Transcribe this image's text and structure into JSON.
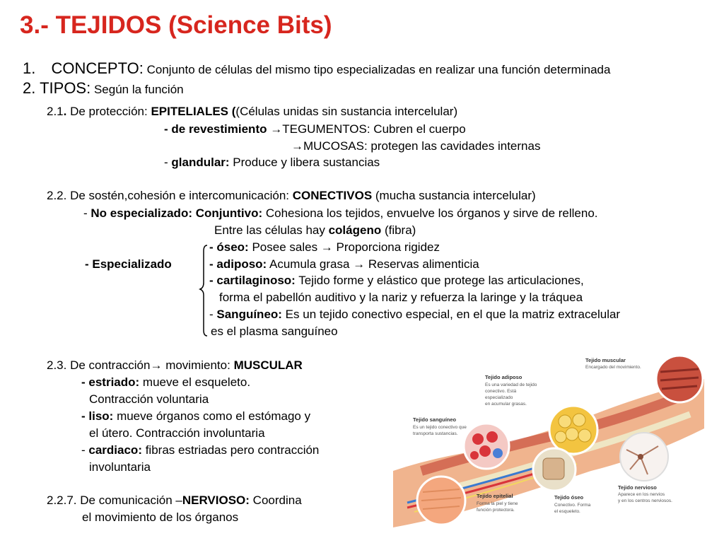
{
  "title": {
    "main": "3.- TEJIDOS",
    "sub": "(Science Bits)"
  },
  "s1": {
    "num": "1.",
    "label": "CONCEPTO",
    "colon": ":",
    "text": " Conjunto de células del mismo tipo especializadas en realizar una función determinada"
  },
  "s2": {
    "num": "2",
    "dot": ".",
    "label": " TIPOS",
    "colon": ":",
    "text": " Según la función"
  },
  "p21": {
    "a": "2.1",
    "b": ".",
    "c": " De protección:  ",
    "d": "EPITELIALES (",
    "e": "(Células unidas sin sustancia intercelular)",
    "rev_label": "- de revestimiento ",
    "rev_arrow": "→",
    "rev_text": "TEGUMENTOS: Cubren el cuerpo",
    "muc_arrow": "→",
    "muc_text": "MUCOSAS: protegen las cavidades internas",
    "gl_pre": "- ",
    "gl_label": "glandular:",
    "gl_text": " Produce y libera sustancias"
  },
  "p22": {
    "a": "2.2. De sostén,cohesión e intercomunicación: ",
    "b": "CONECTIVOS",
    "c": " (mucha sustancia intercelular)",
    "ne_pre": "- ",
    "ne_label": "No especializado: Conjuntivo:",
    "ne_text": " Cohesiona los tejidos, envuelve los  órganos y sirve de relleno.",
    "col_pre": "Entre las células hay ",
    "col_b": "colágeno",
    "col_post": " (fibra)",
    "os_label": "- óseo:",
    "os_text": " Posee sales ",
    "os_arrow": "→",
    "os_text2": " Proporciona rigidez",
    "esp_label": "- Especializado",
    "ad_label": "- adiposo:",
    "ad_text": " Acumula grasa ",
    "ad_arrow": "→",
    "ad_text2": " Reservas alimenticia",
    "ca_label": "- cartilaginoso:",
    "ca_text": " Tejido forme y elástico que protege las articulaciones,",
    "ca_text2": "forma el pabellón auditivo y la nariz y refuerza la laringe y la tráquea",
    "sa_pre": "- ",
    "sa_label": "Sanguíneo:",
    "sa_text": " Es un tejido conectivo especial, en el que la matriz extracelular",
    "sa_text2": "es el plasma sanguíneo"
  },
  "p23": {
    "a": "2.3. De contracción",
    "arrow": "→",
    "b": " movimiento:  ",
    "c": "MUSCULAR",
    "es_label": "- estriado:",
    "es_text": " mueve el esqueleto.",
    "es_text2": "Contracción voluntaria",
    "li_label": "- liso:",
    "li_text": " mueve órganos como el estómago y",
    "li_text2": "el útero. Contracción involuntaria",
    "ca_pre": "- ",
    "ca_label": "cardiaco:",
    "ca_text": " fibras estriadas pero contracción",
    "ca_text2": "involuntaria"
  },
  "p227": {
    "a": "2.2.7. De comunicación –",
    "b": "NERVIOSO:",
    "c": " Coordina",
    "d": "el movimiento de los órganos"
  },
  "illus": {
    "muscular_t": "Tejido muscular",
    "muscular_d": "Encargado del movimiento.",
    "adiposo_t": "Tejido adiposo",
    "adiposo_d1": "Es una variedad de tejido",
    "adiposo_d2": "conectivo. Está",
    "adiposo_d3": "especializado",
    "adiposo_d4": "en acumular grasas.",
    "sang_t": "Tejido sanguíneo",
    "sang_d1": "Es un tejido conectivo que",
    "sang_d2": "transporta sustancias.",
    "nerv_t": "Tejido nervioso",
    "nerv_d1": "Aparece en los nervios",
    "nerv_d2": "y en los centros nerviosos.",
    "epi_t": "Tejido epitelial",
    "epi_d1": "Forma la piel y tiene",
    "epi_d2": "función protectora.",
    "oseo_t": "Tejido óseo",
    "oseo_d1": "Conectivo. Forma",
    "oseo_d2": "el esqueleto."
  },
  "colors": {
    "title_red": "#d7261e",
    "muscle": "#c9503e",
    "fat": "#f3c440",
    "blood": "#d9343a",
    "skin": "#f0b48e"
  }
}
